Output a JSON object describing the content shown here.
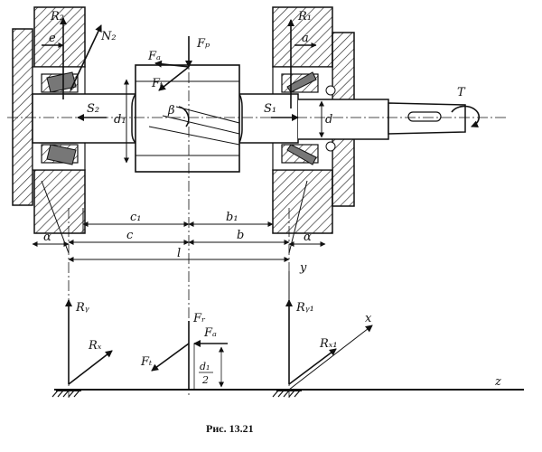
{
  "caption": "Рис. 13.21",
  "assembly": {
    "R2": "R₂",
    "N2": "N₂",
    "R1": "R₁",
    "e": "e",
    "a": "a",
    "Fa_top": "Fₐ",
    "Fp": "Fₚ",
    "Ft_top": "Fₜ",
    "beta": "β",
    "S2": "S₂",
    "S1": "S₁",
    "d1": "d₁",
    "d": "d",
    "T": "T"
  },
  "dimensions": {
    "c1": "c₁",
    "b1": "b₁",
    "c": "c",
    "b": "b",
    "l": "l",
    "alpha_left": "α",
    "alpha_right": "α",
    "y": "y"
  },
  "free_body": {
    "Ry": "Rᵧ",
    "Rx": "Rₓ",
    "Fr": "Fᵣ",
    "Fa": "Fₐ",
    "Ft": "Fₜ",
    "Ry1": "Rᵧ₁",
    "Rx1": "Rₓ₁",
    "x": "x",
    "z": "z",
    "frac_num": "d₁",
    "frac_den": "2"
  }
}
